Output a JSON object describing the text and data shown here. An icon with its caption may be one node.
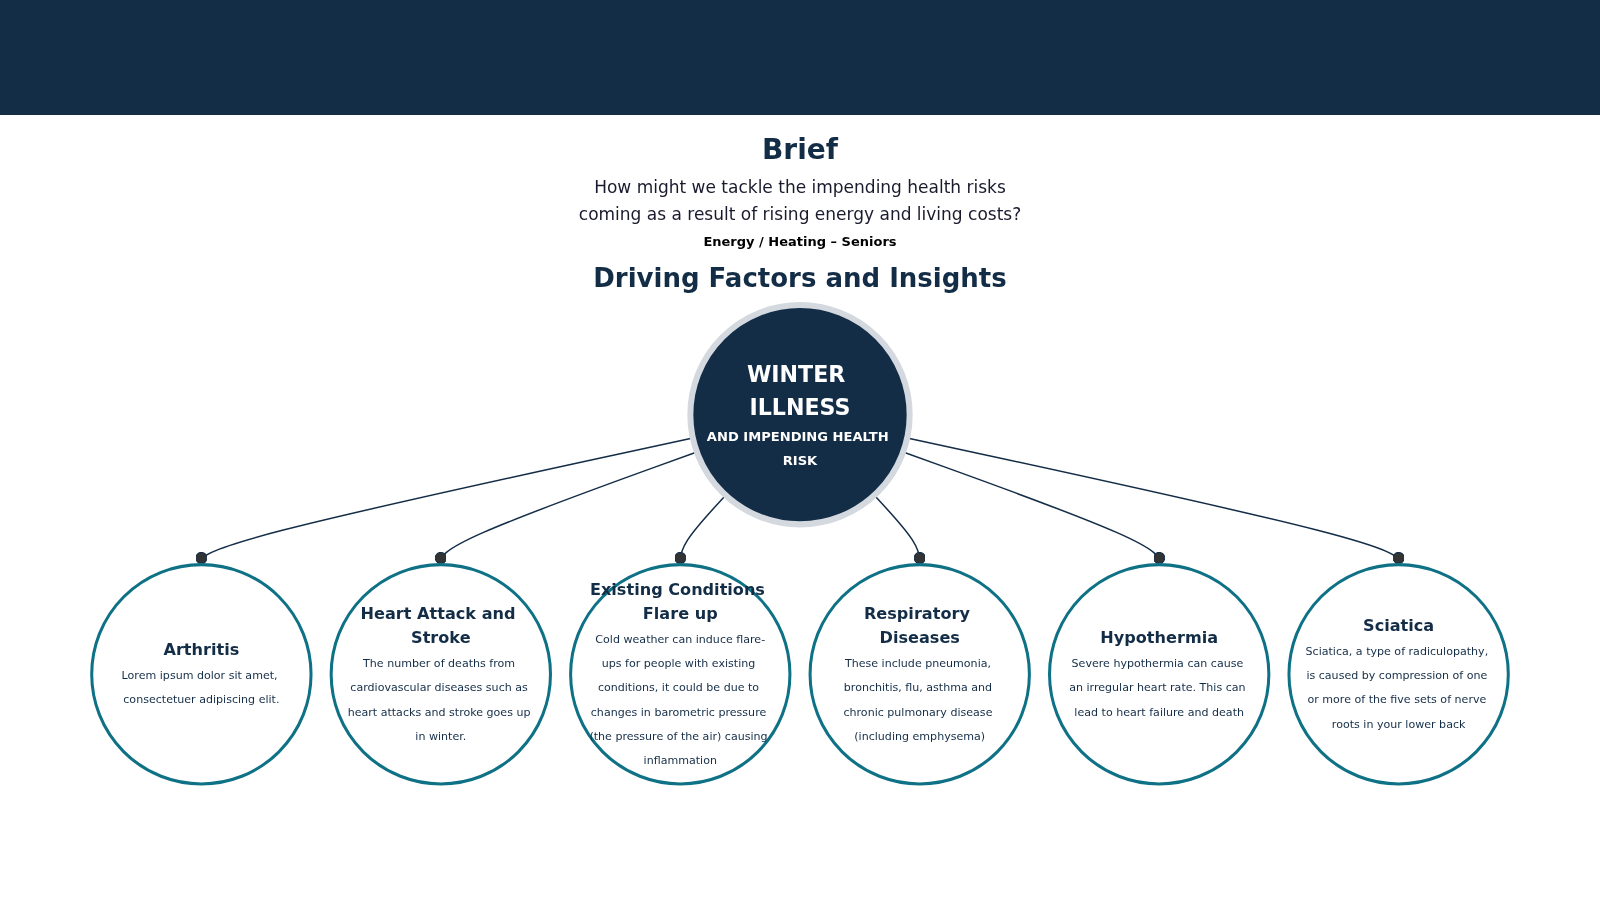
{
  "diagram": {
    "title": "Brief",
    "nodes": [
      {
        "text": [
          "Arthritis",
          "Lorem ipsum dolor sit amet, consectetuer adipiscing elit."
        ]
      },
      {
        "text": [
          "Heart Attack and Stroke",
          "The number of deaths from cardiovascular diseases such as heart attacks and stroke goes up in winter."
        ]
      },
      {
        "text": [
          "Existing Conditions Flare up",
          "Cold weather can induce flare-ups for people with existing conditions, it could be due to changes in barometric pressure (the pressure of the air) causing inflammation"
        ]
      },
      {
        "text": [
          "WINTER ILLNESS",
          "AND IMPENDING HEALTH RISK"
        ]
      },
      {
        "text": [
          "Respiratory Diseases",
          "These include pneumonia, bronchitis, flu, asthma and chronic pulmonary disease (including emphysema)"
        ]
      },
      {
        "text": [
          "Hypothermia",
          "Severe hypothermia can cause an irregular heart rate. This can lead to heart failure and death"
        ]
      },
      {
        "text": [
          "Sciatica",
          "Sciatica, a type of radiculopathy, is caused by compression of one or more of the five sets of nerve roots in your lower back"
        ]
      }
    ],
    "edges": [
      {
        "from": 3,
        "to": 0,
        "arrow": "other"
      },
      {
        "from": 3,
        "to": 1,
        "arrow": "other"
      },
      {
        "from": 3,
        "to": 2,
        "arrow": "other"
      },
      {
        "from": 3,
        "to": 4,
        "arrow": "other"
      },
      {
        "from": 3,
        "to": 5,
        "arrow": "other"
      },
      {
        "from": 3,
        "to": 6,
        "arrow": "other"
      }
    ],
    "labels": [
      "How might we tackle the impending health risks coming as a result of rising energy and living costs?",
      "Energy / Heating – Seniors",
      "Driving Factors and Insights"
    ]
  }
}
